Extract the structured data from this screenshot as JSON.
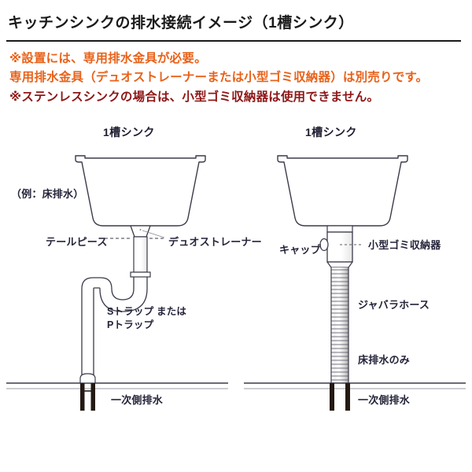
{
  "header": {
    "title": "キッチンシンクの排水接続イメージ（1槽シンク）"
  },
  "notes": [
    {
      "text": "※設置には、専用排水金具が必要。",
      "color": "#e8621a"
    },
    {
      "text": "専用排水金具（デュオストレーナーまたは小型ゴミ収納器）は別売りです。",
      "color": "#e8621a"
    },
    {
      "text": "※ステンレスシンクの場合は、小型ゴミ収納器は使用できません。",
      "color": "#8e1616"
    }
  ],
  "diagrams": {
    "left": {
      "heading": "1槽シンク",
      "example_note": "（例：床排水）",
      "labels": {
        "tailpiece": "テールピース",
        "duo_strainer": "デュオストレーナー",
        "trap_line1": "Sトラップ または",
        "trap_line2": "Pトラップ",
        "primary_drain": "一次側排水"
      }
    },
    "right": {
      "heading": "1槽シンク",
      "labels": {
        "cap": "キャップ",
        "waste_container": "小型ゴミ収納器",
        "bellows_hose": "ジャバラホース",
        "floor_drain_only": "床排水のみ",
        "primary_drain": "一次側排水"
      }
    }
  },
  "colors": {
    "accent_orange": "#e8621a",
    "warning_red": "#8e1616",
    "line": "#3b3b4a",
    "label_text": "#24243a",
    "pipe_dark": "#241a14"
  }
}
